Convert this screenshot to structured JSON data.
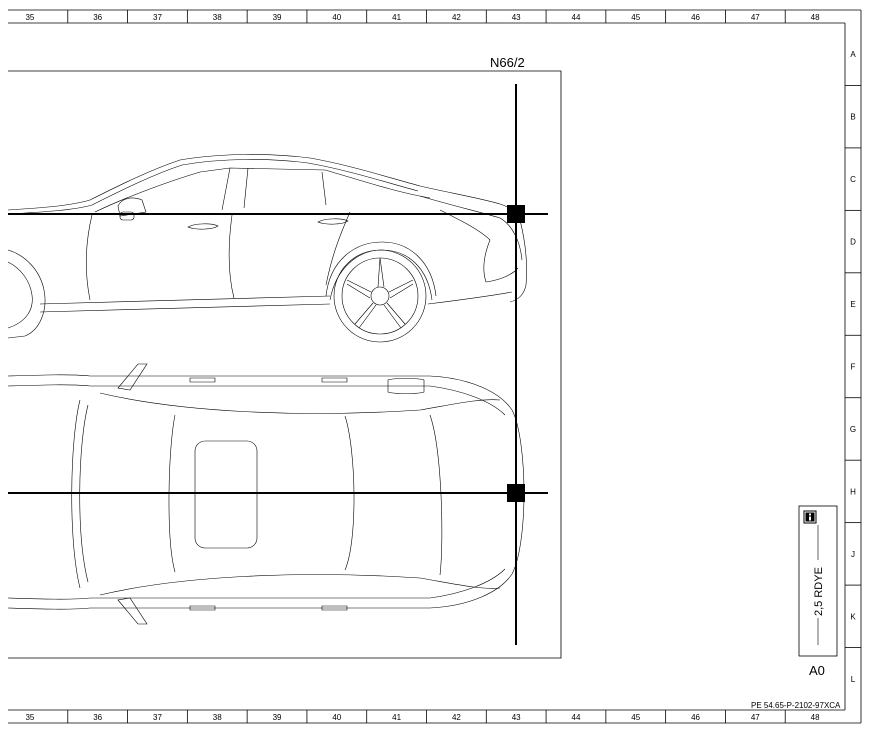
{
  "frame": {
    "columns": [
      "35",
      "36",
      "37",
      "38",
      "39",
      "40",
      "41",
      "42",
      "43",
      "44",
      "45",
      "46",
      "47",
      "48"
    ],
    "rows": [
      "A",
      "B",
      "C",
      "D",
      "E",
      "F",
      "G",
      "H",
      "J",
      "K",
      "L"
    ]
  },
  "connector": {
    "label": "N66/2"
  },
  "wire_box": {
    "info_icon": "info-icon",
    "wire": "2,5 RDYE"
  },
  "ground_code": "A0",
  "drawing_number": "PE 54.65-P-2102-97XCA"
}
